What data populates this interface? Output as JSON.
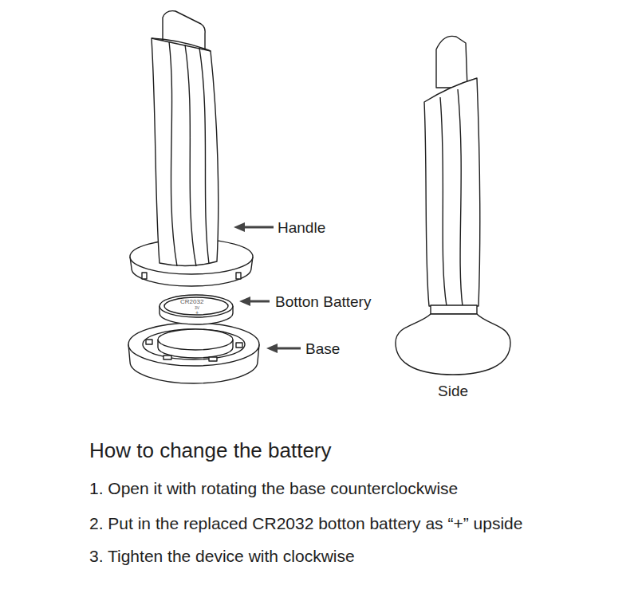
{
  "diagram": {
    "title": "How to change the battery",
    "labels": [
      "Handle",
      "Botton Battery",
      "Base",
      "Side",
      "CR2032",
      "3V",
      "+",
      "1. Open it with rotating the base counterclockwise",
      "2. Put in the replaced CR2032 botton battery as “+” upside",
      "3. Tighten the device with clockwise"
    ]
  }
}
